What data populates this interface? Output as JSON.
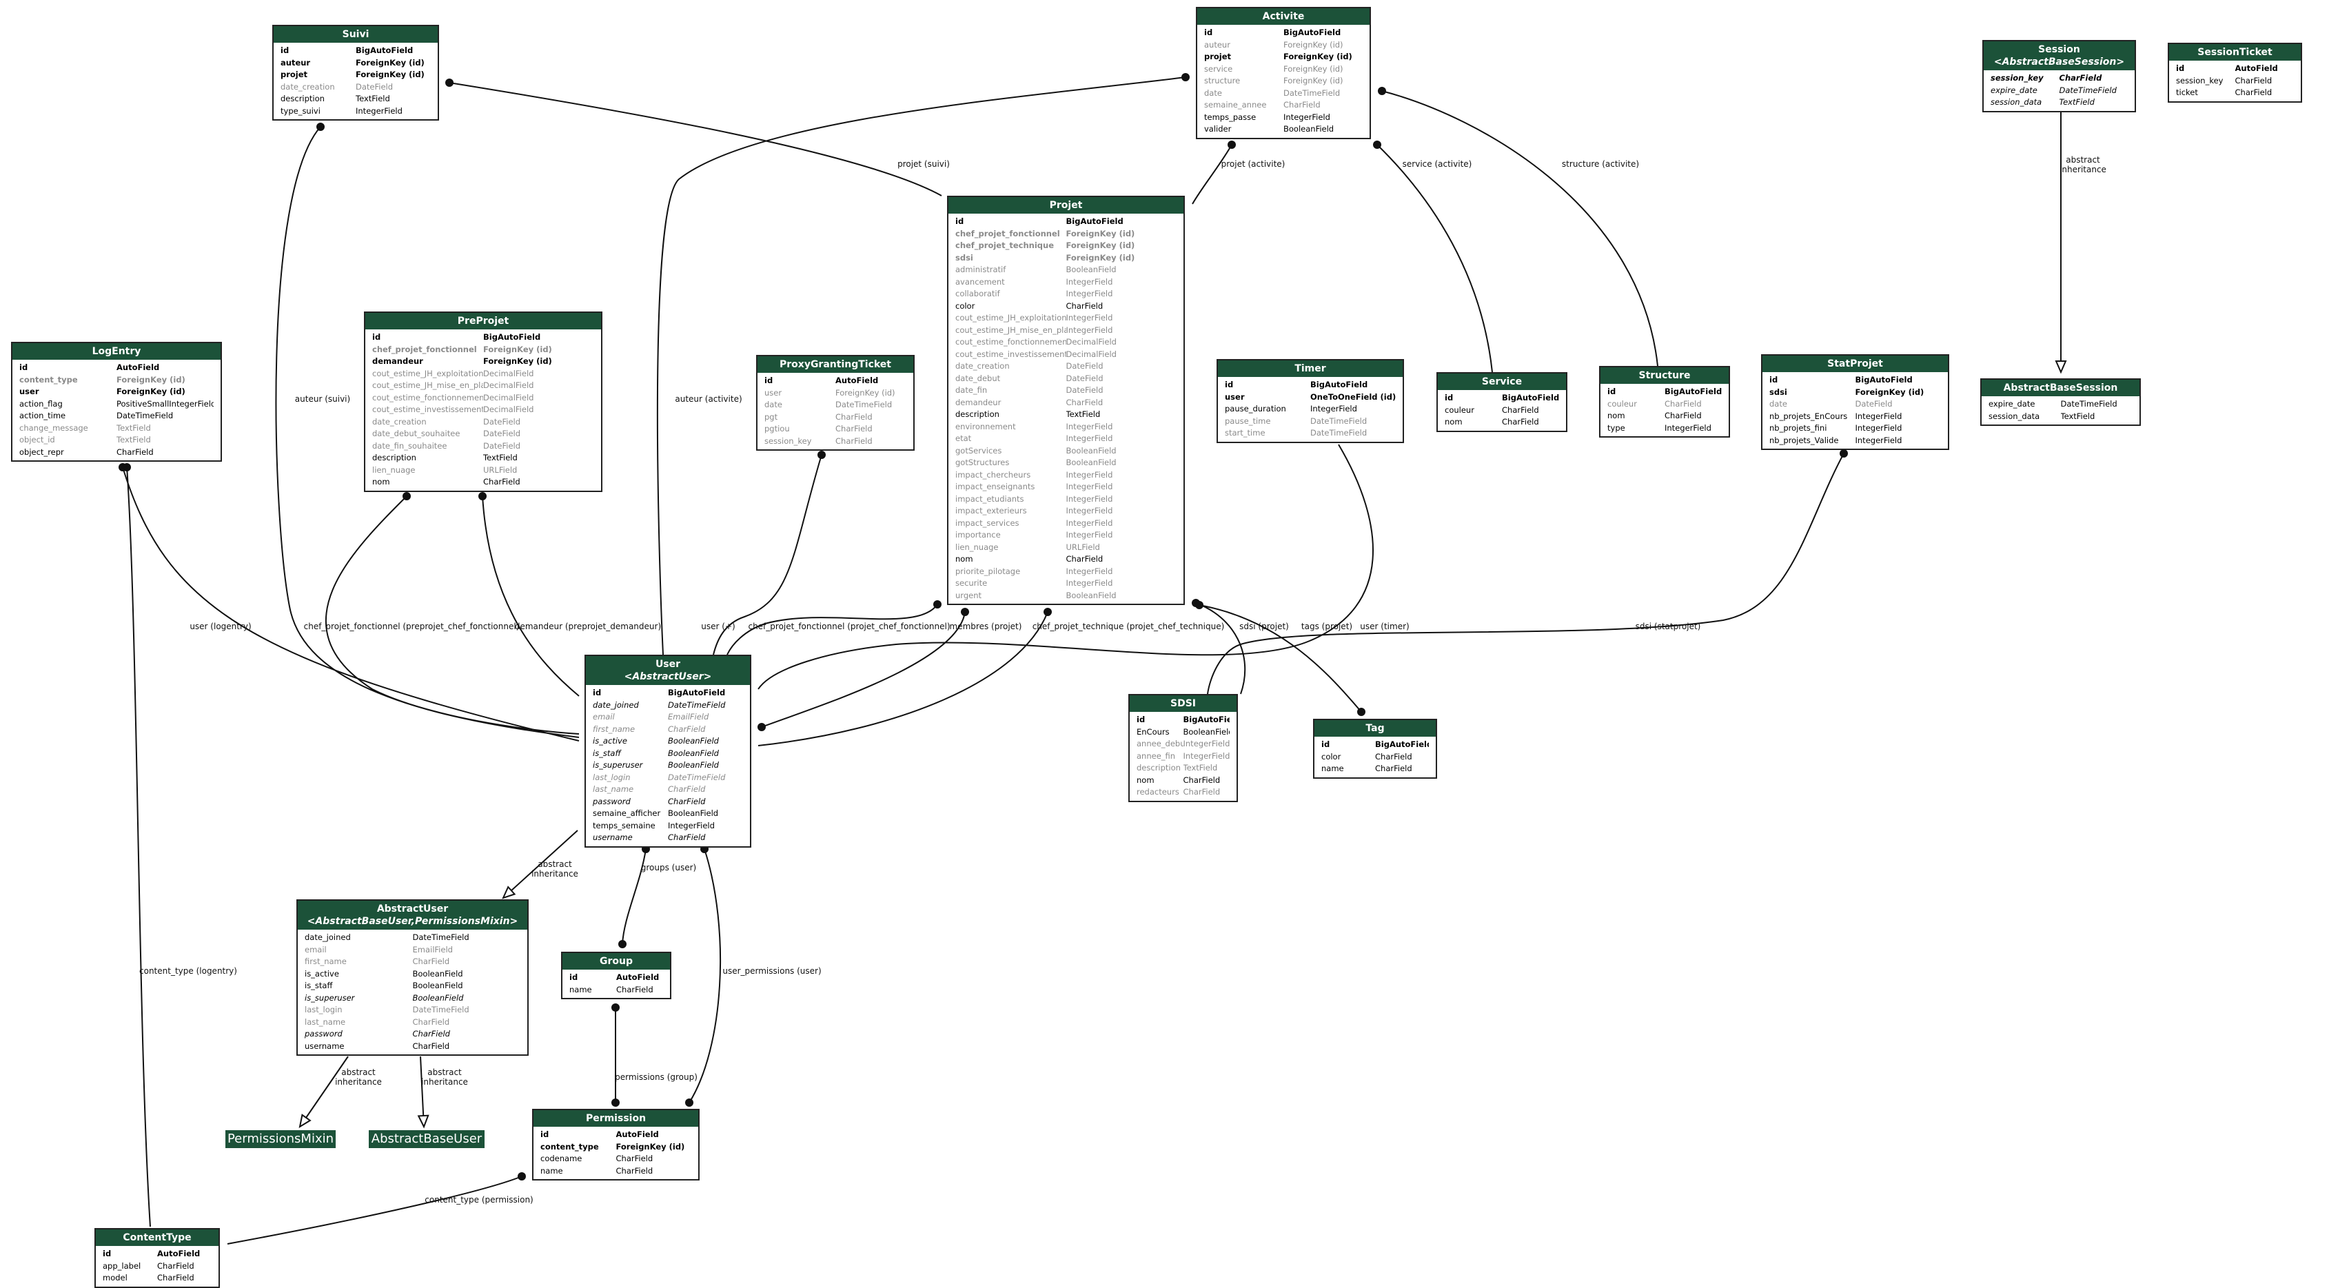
{
  "entities": {
    "suivi": {
      "title": "Suivi",
      "fields": [
        [
          "id",
          "BigAutoField",
          "b"
        ],
        [
          "auteur",
          "ForeignKey (id)",
          "b"
        ],
        [
          "projet",
          "ForeignKey (id)",
          "b"
        ],
        [
          "date_creation",
          "DateField",
          "g"
        ],
        [
          "description",
          "TextField",
          ""
        ],
        [
          "type_suivi",
          "IntegerField",
          ""
        ]
      ]
    },
    "activite": {
      "title": "Activite",
      "fields": [
        [
          "id",
          "BigAutoField",
          "b"
        ],
        [
          "auteur",
          "ForeignKey (id)",
          "g"
        ],
        [
          "projet",
          "ForeignKey (id)",
          "b"
        ],
        [
          "service",
          "ForeignKey (id)",
          "g"
        ],
        [
          "structure",
          "ForeignKey (id)",
          "g"
        ],
        [
          "date",
          "DateTimeField",
          "g"
        ],
        [
          "semaine_annee",
          "CharField",
          "g"
        ],
        [
          "temps_passe",
          "IntegerField",
          ""
        ],
        [
          "valider",
          "BooleanField",
          ""
        ]
      ]
    },
    "session": {
      "title": "Session",
      "subtitle": "<AbstractBaseSession>",
      "fields": [
        [
          "session_key",
          "CharField",
          "bi"
        ],
        [
          "expire_date",
          "DateTimeField",
          "i"
        ],
        [
          "session_data",
          "TextField",
          "i"
        ]
      ]
    },
    "sessionticket": {
      "title": "SessionTicket",
      "fields": [
        [
          "id",
          "AutoField",
          "b"
        ],
        [
          "session_key",
          "CharField",
          ""
        ],
        [
          "ticket",
          "CharField",
          ""
        ]
      ]
    },
    "logentry": {
      "title": "LogEntry",
      "fields": [
        [
          "id",
          "AutoField",
          "b"
        ],
        [
          "content_type",
          "ForeignKey (id)",
          "bg"
        ],
        [
          "user",
          "ForeignKey (id)",
          "b"
        ],
        [
          "action_flag",
          "PositiveSmallIntegerField",
          ""
        ],
        [
          "action_time",
          "DateTimeField",
          ""
        ],
        [
          "change_message",
          "TextField",
          "g"
        ],
        [
          "object_id",
          "TextField",
          "g"
        ],
        [
          "object_repr",
          "CharField",
          ""
        ]
      ]
    },
    "preprojet": {
      "title": "PreProjet",
      "fields": [
        [
          "id",
          "BigAutoField",
          "b"
        ],
        [
          "chef_projet_fonctionnel",
          "ForeignKey (id)",
          "bg"
        ],
        [
          "demandeur",
          "ForeignKey (id)",
          "b"
        ],
        [
          "cout_estime_JH_exploitation",
          "DecimalField",
          "g"
        ],
        [
          "cout_estime_JH_mise_en_place",
          "DecimalField",
          "g"
        ],
        [
          "cout_estime_fonctionnement_HT",
          "DecimalField",
          "g"
        ],
        [
          "cout_estime_investissement_HT",
          "DecimalField",
          "g"
        ],
        [
          "date_creation",
          "DateField",
          "g"
        ],
        [
          "date_debut_souhaitee",
          "DateField",
          "g"
        ],
        [
          "date_fin_souhaitee",
          "DateField",
          "g"
        ],
        [
          "description",
          "TextField",
          ""
        ],
        [
          "lien_nuage",
          "URLField",
          "g"
        ],
        [
          "nom",
          "CharField",
          ""
        ]
      ]
    },
    "proxy": {
      "title": "ProxyGrantingTicket",
      "fields": [
        [
          "id",
          "AutoField",
          "b"
        ],
        [
          "user",
          "ForeignKey (id)",
          "g"
        ],
        [
          "date",
          "DateTimeField",
          "g"
        ],
        [
          "pgt",
          "CharField",
          "g"
        ],
        [
          "pgtiou",
          "CharField",
          "g"
        ],
        [
          "session_key",
          "CharField",
          "g"
        ]
      ]
    },
    "projet": {
      "title": "Projet",
      "fields": [
        [
          "id",
          "BigAutoField",
          "b"
        ],
        [
          "chef_projet_fonctionnel",
          "ForeignKey (id)",
          "bg"
        ],
        [
          "chef_projet_technique",
          "ForeignKey (id)",
          "bg"
        ],
        [
          "sdsi",
          "ForeignKey (id)",
          "bg"
        ],
        [
          "administratif",
          "BooleanField",
          "g"
        ],
        [
          "avancement",
          "IntegerField",
          "g"
        ],
        [
          "collaboratif",
          "IntegerField",
          "g"
        ],
        [
          "color",
          "CharField",
          ""
        ],
        [
          "cout_estime_JH_exploitation",
          "IntegerField",
          "g"
        ],
        [
          "cout_estime_JH_mise_en_place",
          "IntegerField",
          "g"
        ],
        [
          "cout_estime_fonctionnement_HT",
          "DecimalField",
          "g"
        ],
        [
          "cout_estime_investissement_HT",
          "DecimalField",
          "g"
        ],
        [
          "date_creation",
          "DateField",
          "g"
        ],
        [
          "date_debut",
          "DateField",
          "g"
        ],
        [
          "date_fin",
          "DateField",
          "g"
        ],
        [
          "demandeur",
          "CharField",
          "g"
        ],
        [
          "description",
          "TextField",
          ""
        ],
        [
          "environnement",
          "IntegerField",
          "g"
        ],
        [
          "etat",
          "IntegerField",
          "g"
        ],
        [
          "gotServices",
          "BooleanField",
          "g"
        ],
        [
          "gotStructures",
          "BooleanField",
          "g"
        ],
        [
          "impact_chercheurs",
          "IntegerField",
          "g"
        ],
        [
          "impact_enseignants",
          "IntegerField",
          "g"
        ],
        [
          "impact_etudiants",
          "IntegerField",
          "g"
        ],
        [
          "impact_exterieurs",
          "IntegerField",
          "g"
        ],
        [
          "impact_services",
          "IntegerField",
          "g"
        ],
        [
          "importance",
          "IntegerField",
          "g"
        ],
        [
          "lien_nuage",
          "URLField",
          "g"
        ],
        [
          "nom",
          "CharField",
          ""
        ],
        [
          "priorite_pilotage",
          "IntegerField",
          "g"
        ],
        [
          "securite",
          "IntegerField",
          "g"
        ],
        [
          "urgent",
          "BooleanField",
          "g"
        ]
      ]
    },
    "timer": {
      "title": "Timer",
      "fields": [
        [
          "id",
          "BigAutoField",
          "b"
        ],
        [
          "user",
          "OneToOneField (id)",
          "b"
        ],
        [
          "pause_duration",
          "IntegerField",
          ""
        ],
        [
          "pause_time",
          "DateTimeField",
          "g"
        ],
        [
          "start_time",
          "DateTimeField",
          "g"
        ]
      ]
    },
    "service": {
      "title": "Service",
      "fields": [
        [
          "id",
          "BigAutoField",
          "b"
        ],
        [
          "couleur",
          "CharField",
          ""
        ],
        [
          "nom",
          "CharField",
          ""
        ]
      ]
    },
    "structure": {
      "title": "Structure",
      "fields": [
        [
          "id",
          "BigAutoField",
          "b"
        ],
        [
          "couleur",
          "CharField",
          "g"
        ],
        [
          "nom",
          "CharField",
          ""
        ],
        [
          "type",
          "IntegerField",
          ""
        ]
      ]
    },
    "statprojet": {
      "title": "StatProjet",
      "fields": [
        [
          "id",
          "BigAutoField",
          "b"
        ],
        [
          "sdsi",
          "ForeignKey (id)",
          "b"
        ],
        [
          "date",
          "DateField",
          "g"
        ],
        [
          "nb_projets_EnCours",
          "IntegerField",
          ""
        ],
        [
          "nb_projets_fini",
          "IntegerField",
          ""
        ],
        [
          "nb_projets_Valide",
          "IntegerField",
          ""
        ]
      ]
    },
    "abstractbasesession": {
      "title": "AbstractBaseSession",
      "fields": [
        [
          "expire_date",
          "DateTimeField",
          ""
        ],
        [
          "session_data",
          "TextField",
          ""
        ]
      ]
    },
    "user": {
      "title": "User",
      "subtitle": "<AbstractUser>",
      "fields": [
        [
          "id",
          "BigAutoField",
          "b"
        ],
        [
          "date_joined",
          "DateTimeField",
          "i"
        ],
        [
          "email",
          "EmailField",
          "ig"
        ],
        [
          "first_name",
          "CharField",
          "ig"
        ],
        [
          "is_active",
          "BooleanField",
          "i"
        ],
        [
          "is_staff",
          "BooleanField",
          "i"
        ],
        [
          "is_superuser",
          "BooleanField",
          "i"
        ],
        [
          "last_login",
          "DateTimeField",
          "ig"
        ],
        [
          "last_name",
          "CharField",
          "ig"
        ],
        [
          "password",
          "CharField",
          "i"
        ],
        [
          "semaine_afficher",
          "BooleanField",
          ""
        ],
        [
          "temps_semaine",
          "IntegerField",
          ""
        ],
        [
          "username",
          "CharField",
          "i"
        ]
      ]
    },
    "sdsi": {
      "title": "SDSI",
      "fields": [
        [
          "id",
          "BigAutoField",
          "b"
        ],
        [
          "EnCours",
          "BooleanField",
          ""
        ],
        [
          "annee_debut",
          "IntegerField",
          "g"
        ],
        [
          "annee_fin",
          "IntegerField",
          "g"
        ],
        [
          "description",
          "TextField",
          "g"
        ],
        [
          "nom",
          "CharField",
          ""
        ],
        [
          "redacteurs",
          "CharField",
          "g"
        ]
      ]
    },
    "tag": {
      "title": "Tag",
      "fields": [
        [
          "id",
          "BigAutoField",
          "b"
        ],
        [
          "color",
          "CharField",
          ""
        ],
        [
          "name",
          "CharField",
          ""
        ]
      ]
    },
    "abstractuser": {
      "title": "AbstractUser",
      "subtitle": "<AbstractBaseUser,PermissionsMixin>",
      "fields": [
        [
          "date_joined",
          "DateTimeField",
          ""
        ],
        [
          "email",
          "EmailField",
          "g"
        ],
        [
          "first_name",
          "CharField",
          "g"
        ],
        [
          "is_active",
          "BooleanField",
          ""
        ],
        [
          "is_staff",
          "BooleanField",
          ""
        ],
        [
          "is_superuser",
          "BooleanField",
          "i"
        ],
        [
          "last_login",
          "DateTimeField",
          "g"
        ],
        [
          "last_name",
          "CharField",
          "g"
        ],
        [
          "password",
          "CharField",
          "i"
        ],
        [
          "username",
          "CharField",
          ""
        ]
      ]
    },
    "group": {
      "title": "Group",
      "fields": [
        [
          "id",
          "AutoField",
          "b"
        ],
        [
          "name",
          "CharField",
          ""
        ]
      ]
    },
    "permission": {
      "title": "Permission",
      "fields": [
        [
          "id",
          "AutoField",
          "b"
        ],
        [
          "content_type",
          "ForeignKey (id)",
          "b"
        ],
        [
          "codename",
          "CharField",
          ""
        ],
        [
          "name",
          "CharField",
          ""
        ]
      ]
    },
    "contenttype": {
      "title": "ContentType",
      "fields": [
        [
          "id",
          "AutoField",
          "b"
        ],
        [
          "app_label",
          "CharField",
          ""
        ],
        [
          "model",
          "CharField",
          ""
        ]
      ]
    }
  },
  "bases": {
    "permissionsmixin": "PermissionsMixin",
    "abstractbaseuser": "AbstractBaseUser"
  },
  "relations": [
    {
      "key": "projet_suivi",
      "text": "projet (suivi)"
    },
    {
      "key": "projet_activite",
      "text": "projet (activite)"
    },
    {
      "key": "service_activite",
      "text": "service (activite)"
    },
    {
      "key": "structure_activite",
      "text": "structure (activite)"
    },
    {
      "key": "session_inh",
      "text": "abstract\ninheritance"
    },
    {
      "key": "auteur_suivi",
      "text": "auteur (suivi)"
    },
    {
      "key": "auteur_activite",
      "text": "auteur (activite)"
    },
    {
      "key": "user_logentry",
      "text": "user (logentry)"
    },
    {
      "key": "cpf_preprojet",
      "text": "chef_projet_fonctionnel (preprojet_chef_fonctionnel)"
    },
    {
      "key": "demandeur_preprojet",
      "text": "demandeur (preprojet_demandeur)"
    },
    {
      "key": "user_plus",
      "text": "user (+)"
    },
    {
      "key": "cpf_projet",
      "text": "chef_projet_fonctionnel (projet_chef_fonctionnel)"
    },
    {
      "key": "membres_projet",
      "text": "membres (projet)"
    },
    {
      "key": "cpt_projet",
      "text": "chef_projet_technique (projet_chef_technique)"
    },
    {
      "key": "sdsi_projet",
      "text": "sdsi (projet)"
    },
    {
      "key": "tags_projet",
      "text": "tags (projet)"
    },
    {
      "key": "user_timer",
      "text": "user (timer)"
    },
    {
      "key": "sdsi_statprojet",
      "text": "sdsi (statprojet)"
    },
    {
      "key": "user_inh",
      "text": "abstract\ninheritance"
    },
    {
      "key": "groups_user",
      "text": "groups (user)"
    },
    {
      "key": "user_permissions",
      "text": "user_permissions (user)"
    },
    {
      "key": "content_type_logentry",
      "text": "content_type (logentry)"
    },
    {
      "key": "permissions_group",
      "text": "permissions (group)"
    },
    {
      "key": "au_inh1",
      "text": "abstract\ninheritance"
    },
    {
      "key": "au_inh2",
      "text": "abstract\ninheritance"
    },
    {
      "key": "content_type_permission",
      "text": "content_type (permission)"
    }
  ]
}
